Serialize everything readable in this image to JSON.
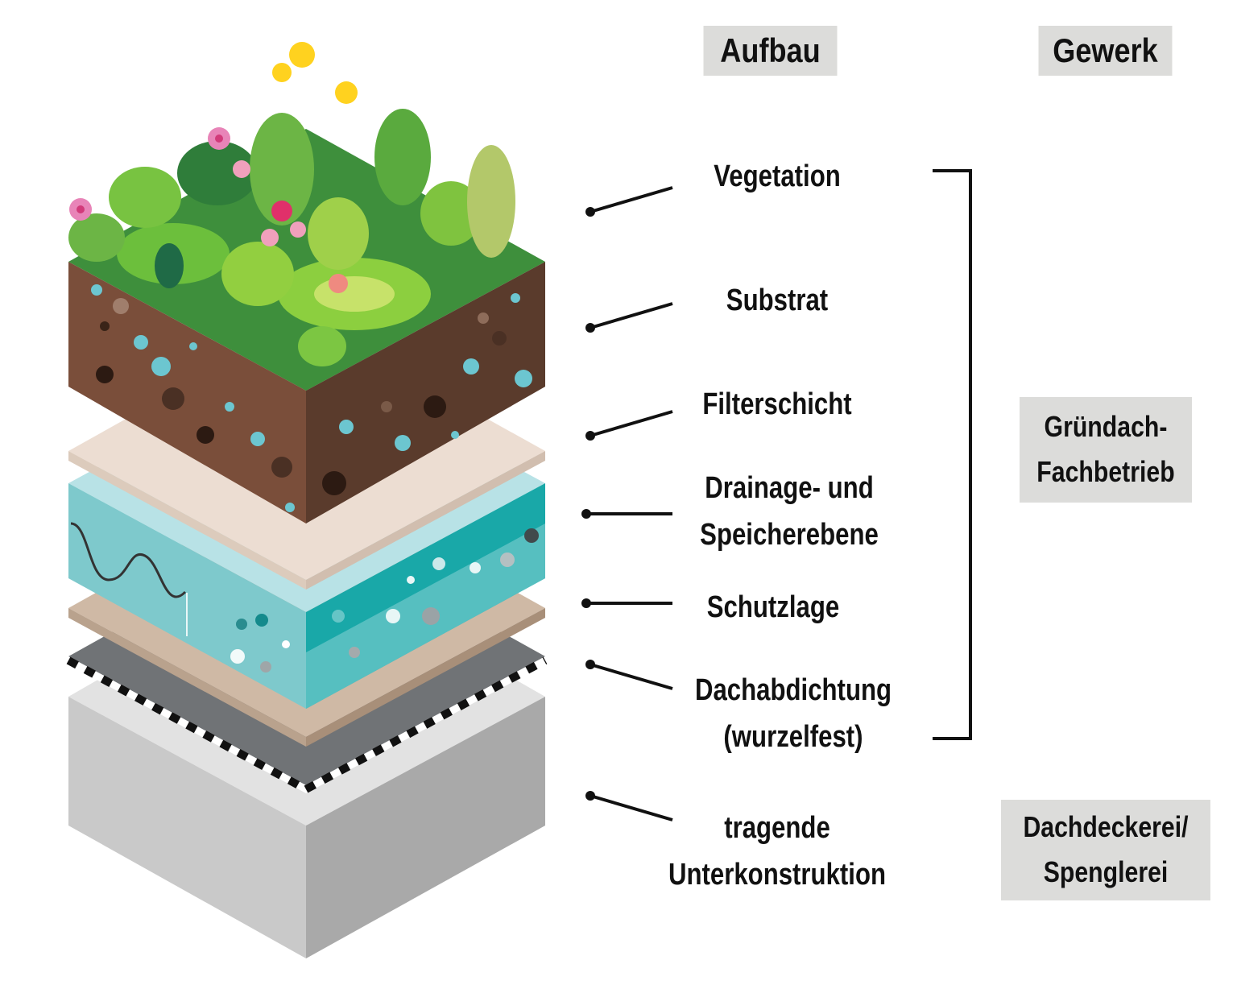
{
  "headers": {
    "aufbau": "Aufbau",
    "gewerk": "Gewerk"
  },
  "layers": [
    {
      "id": "vegetation",
      "lines": [
        "Vegetation"
      ]
    },
    {
      "id": "substrat",
      "lines": [
        "Substrat"
      ]
    },
    {
      "id": "filterschicht",
      "lines": [
        "Filterschicht"
      ]
    },
    {
      "id": "drainage",
      "lines": [
        "Drainage- und",
        "Speicherebene"
      ]
    },
    {
      "id": "schutzlage",
      "lines": [
        "Schutzlage"
      ]
    },
    {
      "id": "dachabdichtung",
      "lines": [
        "Dachabdichtung",
        "(wurzelfest)"
      ]
    },
    {
      "id": "unterkonstruktion",
      "lines": [
        "tragende",
        "Unterkonstruktion"
      ]
    }
  ],
  "trades": {
    "gruendach": [
      "Gründach-",
      "Fachbetrieb"
    ],
    "dachdecker": [
      "Dachdeckerei/",
      "Spenglerei"
    ]
  },
  "colors": {
    "grass": "#2f9a3a",
    "soil": "#6b4534",
    "filter": "#eadbd0",
    "drainage": "#4fbcc0",
    "protection": "#cdb7a3",
    "waterproofing": "#5f6366",
    "structure": "#c6c6c6",
    "label_box": "#dcdcda"
  }
}
